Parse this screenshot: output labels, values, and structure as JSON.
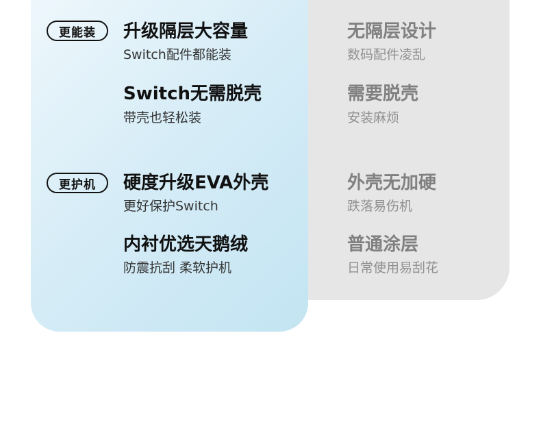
{
  "left": {
    "sections": [
      {
        "badge": "更能装",
        "items": [
          {
            "title": "升级隔层大容量",
            "subtitle": "Switch配件都能装"
          },
          {
            "title": "Switch无需脱壳",
            "subtitle": "带壳也轻松装"
          }
        ]
      },
      {
        "badge": "更护机",
        "items": [
          {
            "title": "硬度升级EVA外壳",
            "subtitle": "更好保护Switch"
          },
          {
            "title": "内衬优选天鹅绒",
            "subtitle": "防震抗刮 柔软护机"
          }
        ]
      }
    ]
  },
  "right": {
    "items": [
      {
        "title": "无隔层设计",
        "subtitle": "数码配件凌乱"
      },
      {
        "title": "需要脱壳",
        "subtitle": "安装麻烦"
      },
      {
        "title": "外壳无加硬",
        "subtitle": "跌落易伤机"
      },
      {
        "title": "普通涂层",
        "subtitle": "日常使用易刮花"
      }
    ]
  },
  "colors": {
    "left_panel_gradient": [
      "#eef7fc",
      "#c3e4f2"
    ],
    "right_panel": "#e6e6e6",
    "title_dark": "#111111",
    "title_grey": "#808080"
  }
}
